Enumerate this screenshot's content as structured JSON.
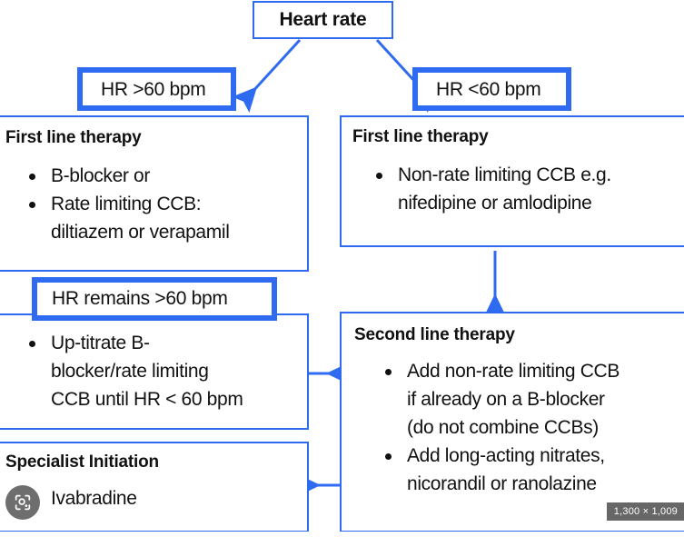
{
  "diagram": {
    "title_node": {
      "label": "Heart rate"
    },
    "branches": {
      "left_condition": "HR >60 bpm",
      "right_condition": "HR <60 bpm"
    },
    "nodes": [
      {
        "id": "first-line-left",
        "title": "First line therapy",
        "bullets": [
          "B-blocker or",
          "Rate limiting CCB: diltiazem or verapamil"
        ]
      },
      {
        "id": "first-line-right",
        "title": "First line therapy",
        "bullets": [
          "Non-rate limiting CCB e.g. nifedipine or amlodipine"
        ]
      },
      {
        "id": "hr-remains",
        "title": "HR remains >60 bpm",
        "bullets": []
      },
      {
        "id": "uptitrate",
        "title": "",
        "bullets": [
          "Up-titrate B-blocker/rate limiting CCB until HR < 60 bpm"
        ]
      },
      {
        "id": "specialist",
        "title": "Specialist Initiation",
        "bullets": [
          "Ivabradine"
        ]
      },
      {
        "id": "second-line",
        "title": "Second line therapy",
        "bullets": [
          "Add non-rate limiting CCB if already on a B-blocker (do not combine CCBs)",
          "Add long-acting nitrates, nicorandil or ranolazine"
        ]
      }
    ],
    "bullet_lines": {
      "first_line_left": [
        "B-blocker or",
        "Rate limiting CCB:",
        "diltiazem or verapamil"
      ],
      "first_line_right": [
        "Non-rate limiting CCB e.g.",
        "nifedipine or amlodipine"
      ],
      "uptitrate": [
        "Up-titrate B-",
        "blocker/rate limiting",
        "CCB until HR < 60 bpm"
      ],
      "specialist": [
        "Ivabradine"
      ],
      "second_line_a": [
        "Add non-rate limiting CCB",
        "if already on a B-blocker",
        "(do not combine CCBs)"
      ],
      "second_line_b": [
        "Add long-acting nitrates,",
        "nicorandil or ranolazine"
      ]
    },
    "colors": {
      "accent_blue": "#2f6bf0",
      "thick_border_blue": "#3b72f0",
      "text": "#111111",
      "background": "#ffffff"
    }
  },
  "overlay": {
    "lens_icon": "google-lens-icon",
    "dimension_badge": "1,300 × 1,009"
  }
}
